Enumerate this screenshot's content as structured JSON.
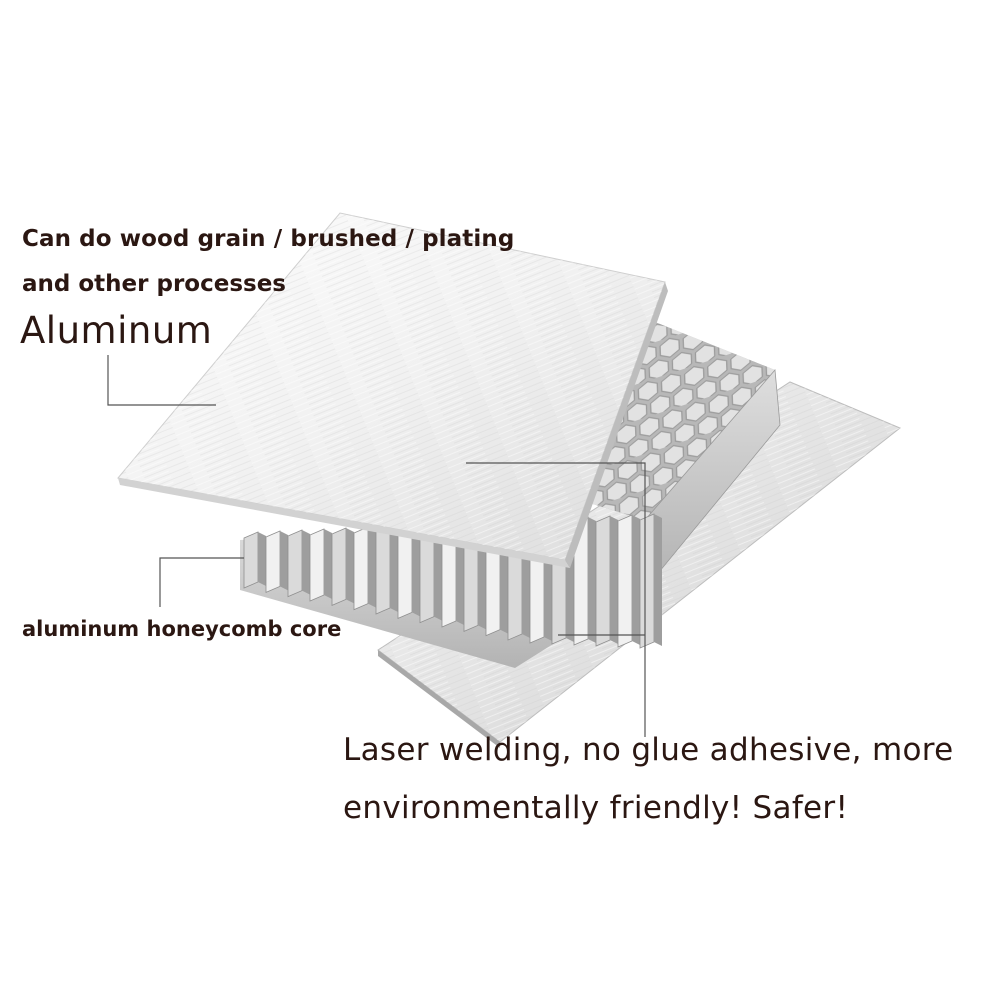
{
  "labels": {
    "process_line_1": "Can do wood grain / brushed / plating",
    "process_line_2": "and other processes",
    "aluminum": "Aluminum",
    "core": "aluminum honeycomb core",
    "laser_line_1": "Laser welding, no glue adhesive, more",
    "laser_line_2": "environmentally friendly! Safer!"
  },
  "colors": {
    "text": "#2b1712",
    "leader_line": "#555555",
    "panel": "#f2f2f2",
    "honeycomb": "#c9c9c9",
    "honeycomb_edge": "#8d8d8d"
  }
}
